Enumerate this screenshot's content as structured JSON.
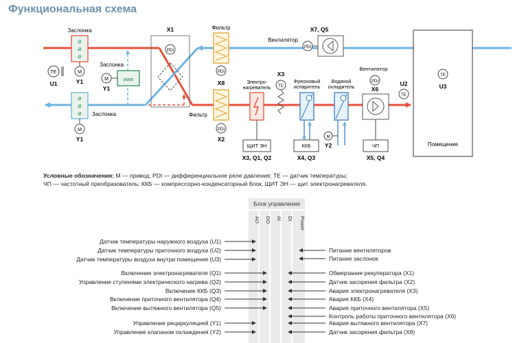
{
  "title": "Функциональная схема",
  "colors": {
    "supply": "#e8503a",
    "outdoor": "#6cb3e3",
    "frame": "#555555",
    "accent": "#8fb6d1"
  },
  "scheme": {
    "zaslonka_top": "Заслонка",
    "zaslonka_bottom": "Заслонка",
    "zaslonka_mid": "Заслонка",
    "y1_top": "Y1",
    "y1_mid": "Y1",
    "y1_bottom": "Y1",
    "u1": "U1",
    "x1": "X1",
    "x8": "X8",
    "x2": "X2",
    "filter_top": "Фильтр",
    "filter_bottom": "Фильтр",
    "x7q5": "X7, Q5",
    "fan_top": "Вентилятор",
    "heater_l1": "Электро-",
    "heater_l2": "нагреватель",
    "x3": "X3",
    "evap_l1": "Фреоновый",
    "evap_l2": "испаритель",
    "cool_l1": "Водяной",
    "cool_l2": "охладитель",
    "fan_supply": "Вентилятор",
    "x6": "X6",
    "u2": "U2",
    "u3": "U3",
    "room": "Помещение",
    "box_shchit": "ЩИТ ЭН",
    "box_kkb": "ККБ",
    "box_chp": "ЧП",
    "label_x3q1q2": "X3, Q1, Q2",
    "label_x4q3": "X4, Q3",
    "label_y2": "Y2",
    "label_x5q4": "X5, Q4",
    "te": "TE",
    "tc": "TC",
    "m": "M",
    "pdi": "PDI"
  },
  "legend": {
    "bold": "Условные обозначения:",
    "line1": " M — привод; PDI — дифференциальное реле давления; TE — датчик температуры;",
    "line2": "ЧП — частотный преобразователь; ККБ — компрессорно-конденсаторный блок, ЩИТ ЭН — щит электронагревателя."
  },
  "controller": {
    "title": "Блок управления",
    "columns": [
      "AO",
      "DO",
      "AI",
      "DI",
      "Power"
    ],
    "left_signals": [
      "Датчик температуры наружного воздуха (U1)",
      "Датчик температуры приточного воздуха (U2)",
      "Датчик температуры воздуха внутри помещения (U3)",
      "Включение электронагревателя (Q1)",
      "Управление ступенями электрического нагрева (Q2)",
      "Включение ККБ (Q3)",
      "Включение приточного вентилятора (Q4)",
      "Включение вытяжного вентилятора (Q5)",
      "Управление рециркуляцией (Y1)",
      "Управление клапаном охлаждения (Y2)"
    ],
    "right_signals": [
      "Питание вентиляторов",
      "Питание заслонок",
      "Обмерзание рекуператора (X1)",
      "Датчик засорения фильтра (X2)",
      "Авария электронагревателя (X3)",
      "Авария ККБ (X4)",
      "Авария приточного вентилятора (X5)",
      "Контроль работы приточного вентилятора (X6)",
      "Авария вытяжного вентилятора (X7)",
      "Датчик засорения фильтра (X8)"
    ]
  }
}
